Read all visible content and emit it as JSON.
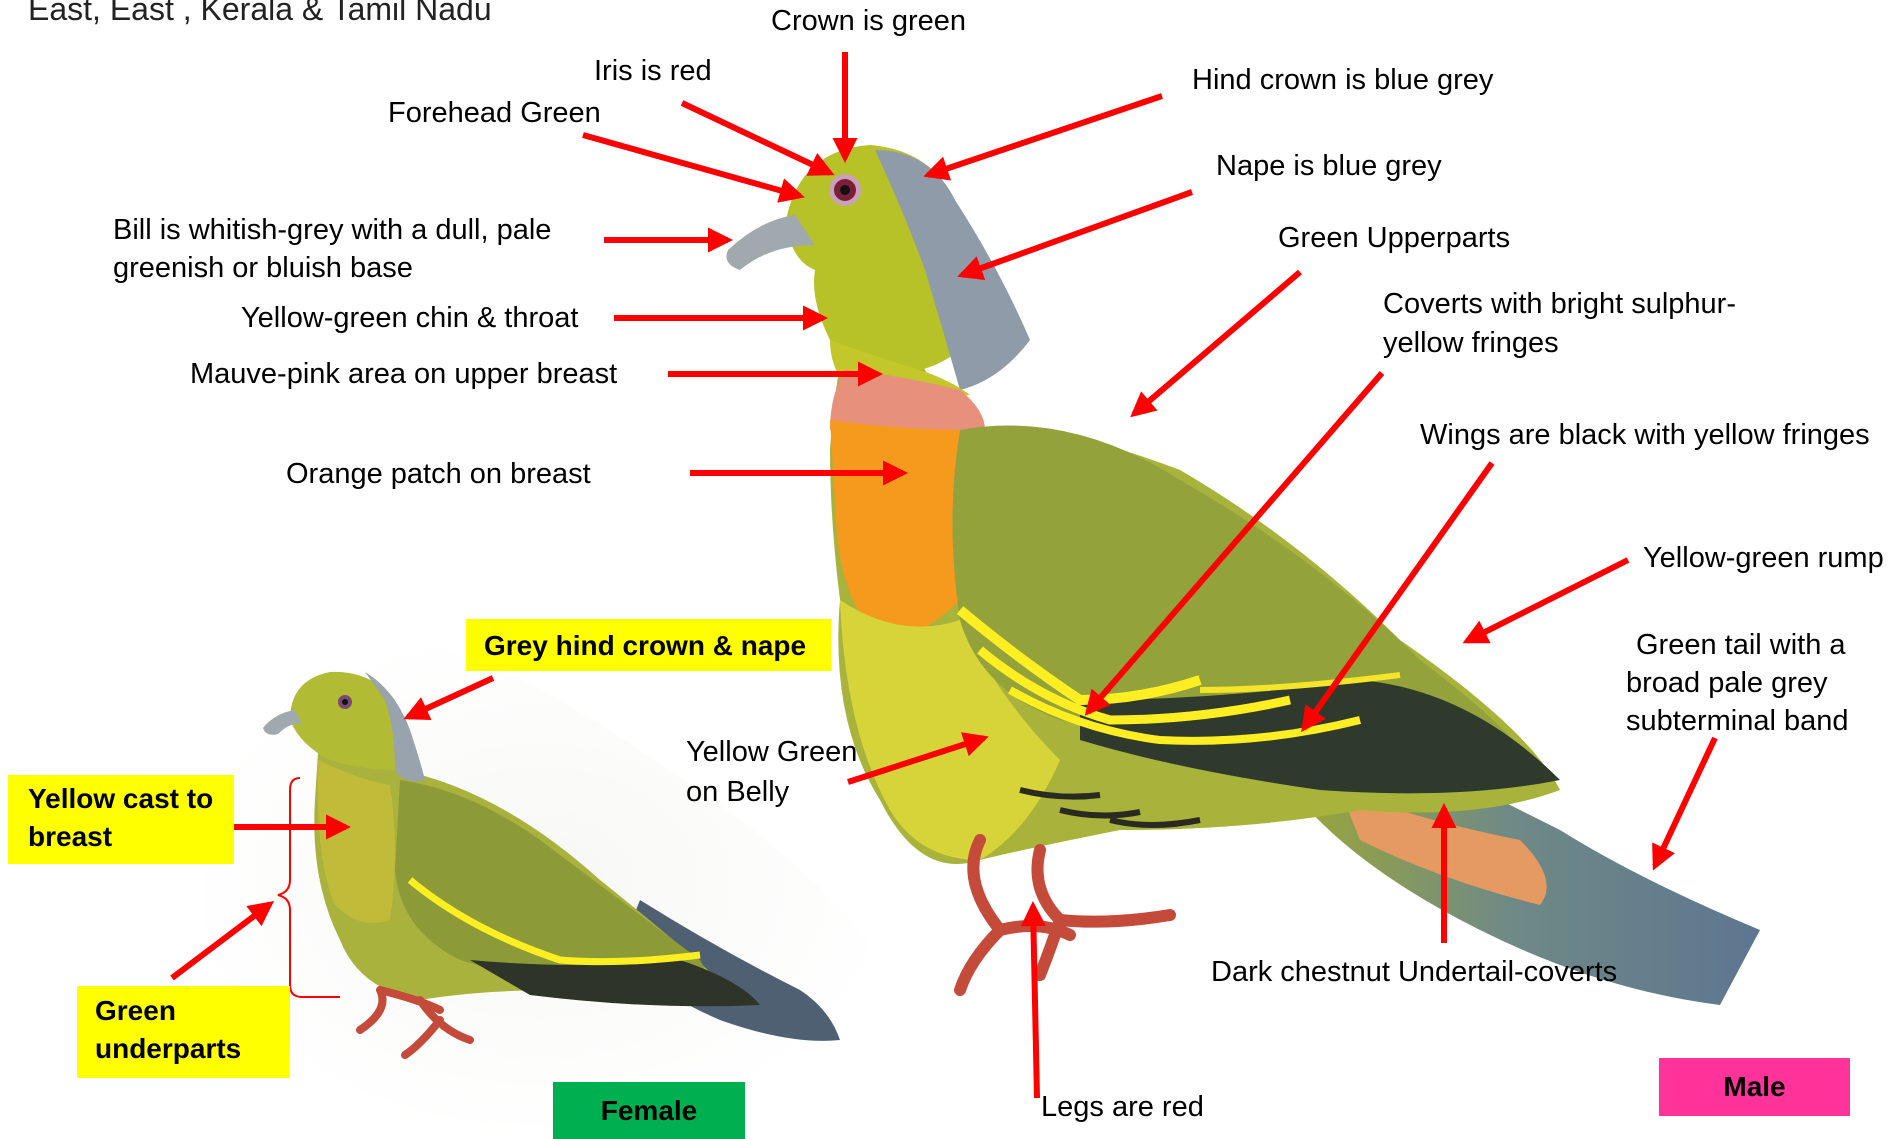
{
  "header_text": "East, East , Kerala & Tamil Nadu",
  "male_labels": {
    "crown": "Crown is green",
    "iris": "Iris is red",
    "forehead": "Forehead Green",
    "hind_crown": "Hind crown is blue grey",
    "nape": "Nape is blue grey",
    "bill_line1": "Bill is whitish-grey with a dull, pale",
    "bill_line2": "greenish or bluish base",
    "chin_throat": "Yellow-green chin & throat",
    "mauve": "Mauve-pink area on upper breast",
    "orange": "Orange patch on breast",
    "upperparts": "Green Upperparts",
    "coverts_line1": "Coverts with bright sulphur-",
    "coverts_line2": "yellow fringes",
    "wings": "Wings are black with yellow fringes",
    "rump": "Yellow-green rump",
    "tail_line1": "Green tail with a",
    "tail_line2": "broad pale grey",
    "tail_line3": "subterminal band",
    "belly_line1": "Yellow Green",
    "belly_line2": "on Belly",
    "undertail": "Dark chestnut  Undertail-coverts",
    "legs": "Legs are red"
  },
  "female_labels": {
    "grey_hind": "Grey hind crown & nape",
    "yellow_cast_line1": "Yellow cast to",
    "yellow_cast_line2": "breast",
    "green_under_line1": "Green",
    "green_under_line2": "underparts"
  },
  "tags": {
    "female": "Female",
    "male": "Male"
  },
  "colors": {
    "arrow": "#ff0000",
    "label_highlight": "#ffff00",
    "female_tag": "#00b050",
    "male_tag": "#ff3399",
    "bird_body_green": "#a9b13a",
    "bird_head_yellow_green": "#b8c02a",
    "bird_grey": "#8e9aa8",
    "bird_orange": "#f59a1c",
    "bird_mauve": "#e8907c",
    "bird_wing_yellow": "#ffee22",
    "bird_leg_red": "#c44a3a"
  }
}
